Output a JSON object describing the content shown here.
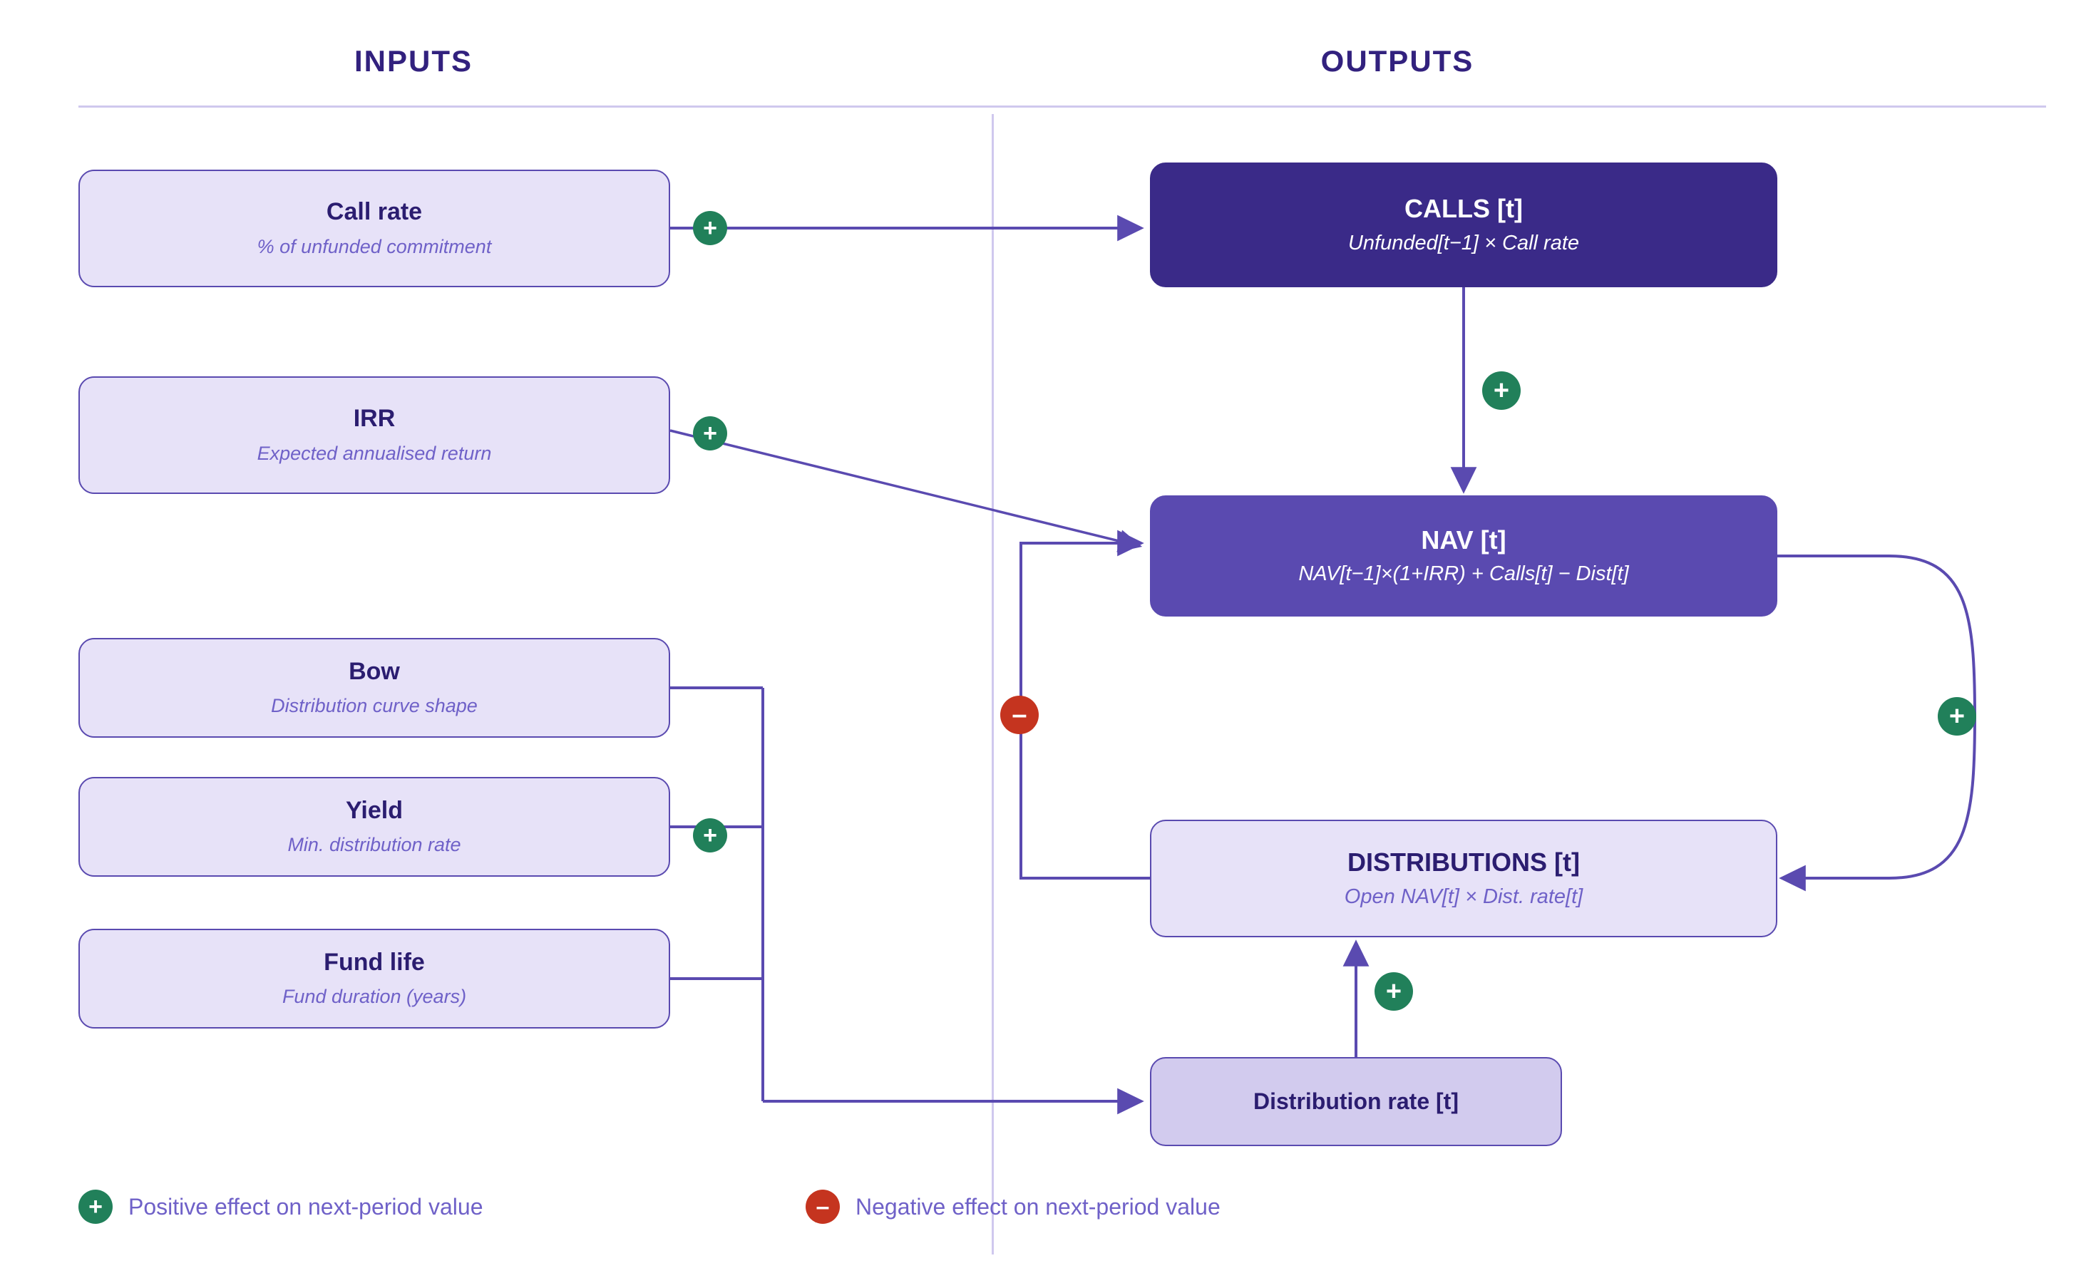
{
  "columns": {
    "inputs_title": "INPUTS",
    "outputs_title": "OUTPUTS"
  },
  "inputs": [
    {
      "id": "call-rate",
      "title": "Call rate",
      "subtitle": "% of unfunded commitment"
    },
    {
      "id": "irr",
      "title": "IRR",
      "subtitle": "Expected annualised return"
    },
    {
      "id": "bow",
      "title": "Bow",
      "subtitle": "Distribution curve shape"
    },
    {
      "id": "yield",
      "title": "Yield",
      "subtitle": "Min. distribution rate"
    },
    {
      "id": "fund-life",
      "title": "Fund life",
      "subtitle": "Fund duration (years)"
    }
  ],
  "outputs": [
    {
      "id": "calls",
      "title": "CALLS [t]",
      "subtitle": "Unfunded[t−1] × Call rate"
    },
    {
      "id": "nav",
      "title": "NAV [t]",
      "subtitle": "NAV[t−1]×(1+IRR) + Calls[t] − Dist[t]"
    },
    {
      "id": "distributions",
      "title": "DISTRIBUTIONS [t]",
      "subtitle": "Open NAV[t] × Dist. rate[t]"
    },
    {
      "id": "dist-rate",
      "title": "Distribution rate [t]",
      "subtitle": ""
    }
  ],
  "badges": {
    "positive_symbol": "+",
    "negative_symbol": "–"
  },
  "edges": [
    {
      "from": "call-rate",
      "to": "calls",
      "sign": "+"
    },
    {
      "from": "irr",
      "to": "nav",
      "sign": "+"
    },
    {
      "from": "calls",
      "to": "nav",
      "sign": "+"
    },
    {
      "from": "nav",
      "to": "distributions",
      "sign": "+"
    },
    {
      "from": "distributions",
      "to": "nav",
      "sign": "–"
    },
    {
      "from": "bow",
      "to": "dist-rate",
      "sign": "+"
    },
    {
      "from": "yield",
      "to": "dist-rate",
      "sign": "+"
    },
    {
      "from": "fund-life",
      "to": "dist-rate",
      "sign": "+"
    },
    {
      "from": "dist-rate",
      "to": "distributions",
      "sign": "+"
    }
  ],
  "legend": {
    "positive_symbol": "+",
    "positive_label": "Positive effect on next-period value",
    "negative_symbol": "–",
    "negative_label": "Negative effect on next-period value"
  },
  "colors": {
    "deep_purple": "#32217e",
    "node_dark": "#3a2a88",
    "node_mid": "#5a4ab0",
    "node_light": "#e7e2f8",
    "node_tint": "#d2cbee",
    "stroke": "#5a4ab0",
    "subtitle": "#6f61c8",
    "positive": "#21805a",
    "negative": "#c5341f",
    "divider": "#cfc8ee"
  }
}
